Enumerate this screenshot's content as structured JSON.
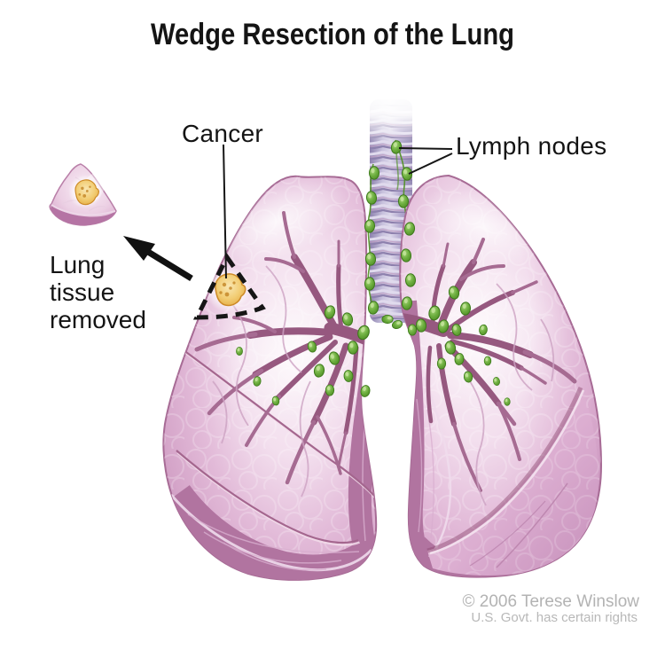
{
  "title": "Wedge Resection of the Lung",
  "labels": {
    "cancer": "Cancer",
    "lymph_nodes": "Lymph nodes",
    "removed_lines": [
      "Lung",
      "tissue",
      "removed"
    ]
  },
  "credit": {
    "line1": "© 2006 Terese Winslow",
    "line2": "U.S. Govt. has certain rights"
  },
  "illustration_parts": [
    "right-lung",
    "left-lung",
    "trachea",
    "tracheal-lymph-node-chain",
    "hilar-lymph-nodes",
    "cancer-tumor",
    "resection-dashed-outline",
    "excised-wedge-tissue",
    "pointer-arrow",
    "bronchial-vessels"
  ],
  "colors": {
    "background": "#ffffff",
    "lung_pink": "#d9a8ca",
    "lung_highlight": "#f8edf5",
    "lung_shadow": "#b174a0",
    "vessel": "#96587f",
    "trachea_lavender": "#b3a9cf",
    "lymph_node_green": "#6cae3e",
    "tumor_yellow": "#eec05e",
    "label_text": "#141414",
    "credit_gray": "#b3b3b3"
  }
}
